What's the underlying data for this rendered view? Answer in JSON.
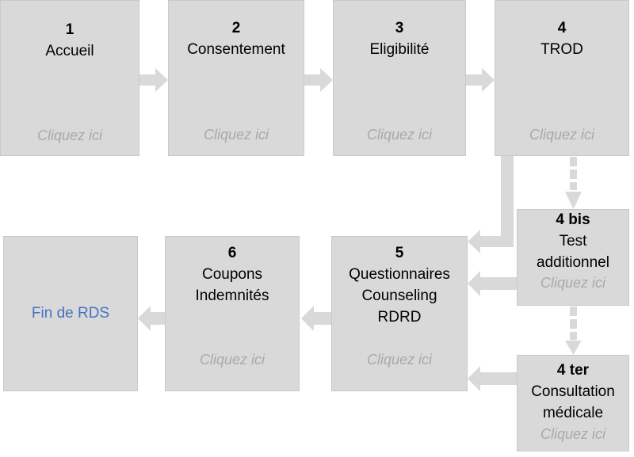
{
  "colors": {
    "box_fill": "#d9d9d9",
    "arrow": "#d9d9d9",
    "link_gray": "#a9a9a9",
    "end_text": "#4472c4"
  },
  "steps": {
    "s1": {
      "num": "1",
      "title": "Accueil",
      "link": "Cliquez ici"
    },
    "s2": {
      "num": "2",
      "title": "Consentement",
      "link": "Cliquez ici"
    },
    "s3": {
      "num": "3",
      "title": "Eligibilité",
      "link": "Cliquez ici"
    },
    "s4": {
      "num": "4",
      "title": "TROD",
      "link": "Cliquez ici"
    },
    "s4bis": {
      "num": "4 bis",
      "title": "Test\nadditionnel",
      "link": "Cliquez ici"
    },
    "s4ter": {
      "num": "4 ter",
      "title": "Consultation\nmédicale",
      "link": "Cliquez ici"
    },
    "s5": {
      "num": "5",
      "title": "Questionnaires\nCounseling\nRDRD",
      "link": "Cliquez ici"
    },
    "s6": {
      "num": "6",
      "title": "Coupons\nIndemnités",
      "link": "Cliquez ici"
    },
    "end": {
      "title": "Fin de RDS"
    }
  }
}
